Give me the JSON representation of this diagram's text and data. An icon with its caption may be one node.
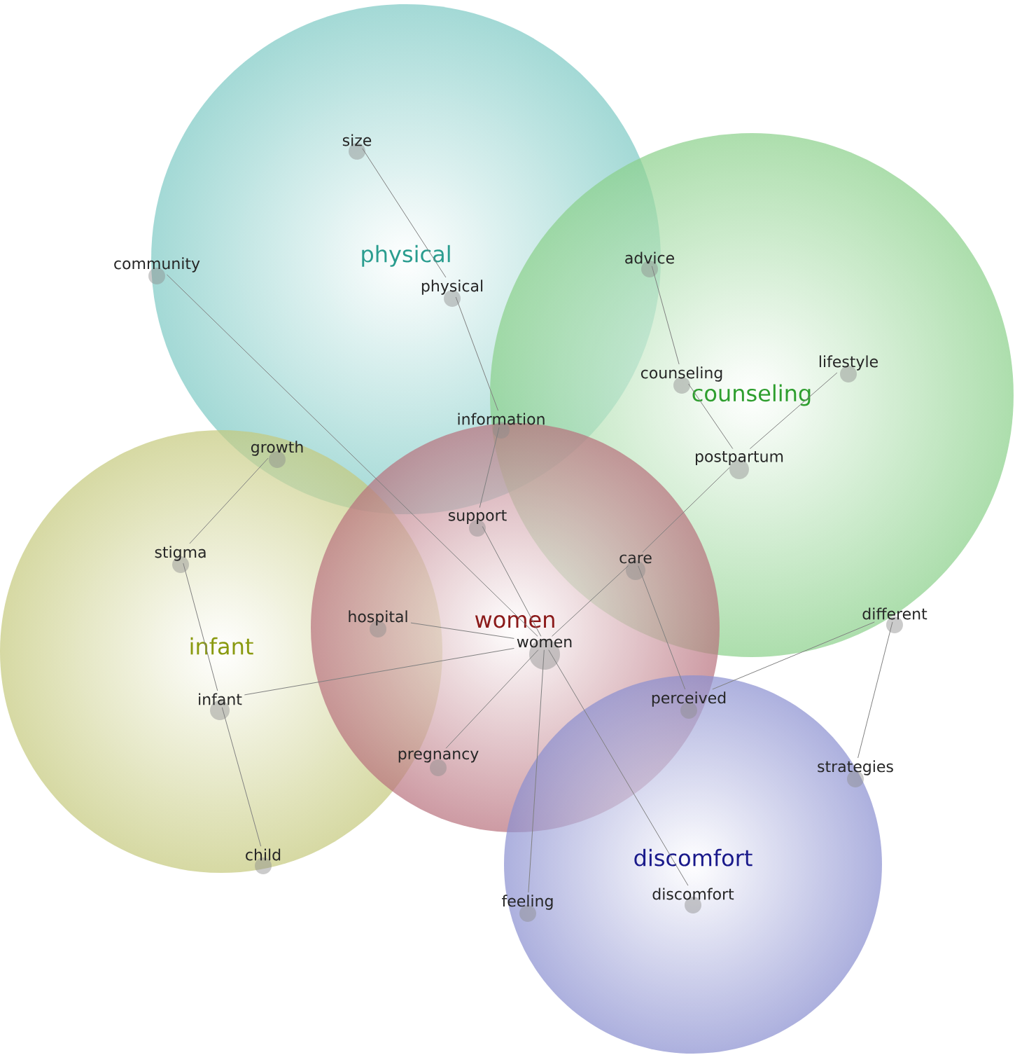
{
  "diagram": {
    "nodes": [
      {
        "text": [
          "physical"
        ]
      },
      {
        "text": [
          "counseling"
        ]
      },
      {
        "text": [
          "infant"
        ]
      },
      {
        "text": [
          "women"
        ]
      },
      {
        "text": [
          "discomfort"
        ]
      },
      {
        "text": [
          "size"
        ],
        "in": 0
      },
      {
        "text": [
          "community"
        ],
        "in": 0
      },
      {
        "text": [
          "physical"
        ],
        "in": 0
      },
      {
        "text": [
          "advice"
        ]
      },
      {
        "text": [
          "counseling"
        ],
        "in": 1
      },
      {
        "text": [
          "lifestyle"
        ],
        "in": 1
      },
      {
        "text": [
          "information"
        ]
      },
      {
        "text": [
          "growth"
        ]
      },
      {
        "text": [
          "postpartum"
        ],
        "in": 1
      },
      {
        "text": [
          "support"
        ],
        "in": 3
      },
      {
        "text": [
          "stigma"
        ],
        "in": 2
      },
      {
        "text": [
          "care"
        ]
      },
      {
        "text": [
          "hospital"
        ]
      },
      {
        "text": [
          "women"
        ],
        "in": 3
      },
      {
        "text": [
          "different"
        ]
      },
      {
        "text": [
          "infant"
        ],
        "in": 2
      },
      {
        "text": [
          "perceived"
        ]
      },
      {
        "text": [
          "pregnancy"
        ],
        "in": 3
      },
      {
        "text": [
          "strategies"
        ],
        "in": 4
      },
      {
        "text": [
          "child"
        ],
        "in": 2
      },
      {
        "text": [
          "feeling"
        ],
        "in": 4
      },
      {
        "text": [
          "discomfort"
        ],
        "in": 4
      }
    ],
    "edges": [
      {
        "from": 5,
        "to": 7,
        "arrow": "none"
      },
      {
        "from": 7,
        "to": 11,
        "arrow": "none"
      },
      {
        "from": 11,
        "to": 14,
        "arrow": "none"
      },
      {
        "from": 14,
        "to": 18,
        "arrow": "none"
      },
      {
        "from": 6,
        "to": 18,
        "arrow": "none"
      },
      {
        "from": 12,
        "to": 15,
        "arrow": "none"
      },
      {
        "from": 15,
        "to": 20,
        "arrow": "none"
      },
      {
        "from": 20,
        "to": 24,
        "arrow": "none"
      },
      {
        "from": 20,
        "to": 18,
        "arrow": "none"
      },
      {
        "from": 17,
        "to": 18,
        "arrow": "none"
      },
      {
        "from": 22,
        "to": 18,
        "arrow": "none"
      },
      {
        "from": 18,
        "to": 16,
        "arrow": "none"
      },
      {
        "from": 16,
        "to": 13,
        "arrow": "none"
      },
      {
        "from": 13,
        "to": 10,
        "arrow": "none"
      },
      {
        "from": 8,
        "to": 9,
        "arrow": "none"
      },
      {
        "from": 9,
        "to": 13,
        "arrow": "none"
      },
      {
        "from": 16,
        "to": 21,
        "arrow": "none"
      },
      {
        "from": 21,
        "to": 19,
        "arrow": "none"
      },
      {
        "from": 19,
        "to": 23,
        "arrow": "none"
      },
      {
        "from": 18,
        "to": 25,
        "arrow": "none"
      },
      {
        "from": 18,
        "to": 26,
        "arrow": "none"
      }
    ]
  }
}
